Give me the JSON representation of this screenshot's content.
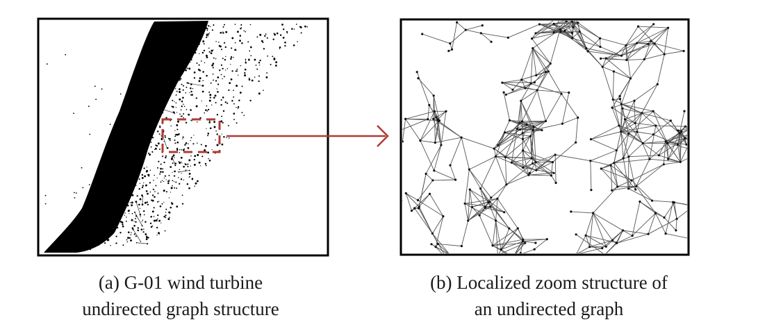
{
  "captions": {
    "a_line1": "(a) G-01 wind turbine",
    "a_line2": "undirected graph structure",
    "b_line1": "(b) Localized zoom structure of",
    "b_line2": "an undirected graph"
  },
  "colors": {
    "frame": "#000000",
    "graph_dense": "#000000",
    "graph_edges": "#555555",
    "highlight": "#b03a33"
  },
  "icons": {
    "zoom_box": "dashed-rectangle",
    "connector": "right-arrow"
  }
}
